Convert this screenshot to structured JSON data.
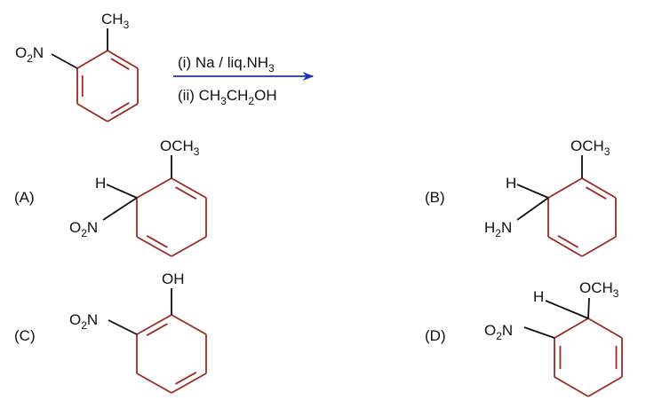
{
  "reaction": {
    "reactant": {
      "methyl": {
        "a": "CH",
        "s": "3"
      },
      "nitro": {
        "a": "O",
        "s": "2",
        "b": "N"
      }
    },
    "reagents": {
      "step1": {
        "a": "(i) Na / liq.NH",
        "s": "3"
      },
      "step2": {
        "a": "(ii) CH",
        "s1": "3",
        "b": "CH",
        "s2": "2",
        "c": "OH"
      }
    },
    "arrow_color": "#1f2fbf"
  },
  "options": [
    {
      "label": "(A)",
      "top": {
        "a": "OCH",
        "s": "3"
      },
      "h": "H",
      "sub": {
        "a": "O",
        "s": "2",
        "b": "N"
      }
    },
    {
      "label": "(B)",
      "top": {
        "a": "OCH",
        "s": "3"
      },
      "h": "H",
      "sub": {
        "a": "H",
        "s": "2",
        "b": "N"
      }
    },
    {
      "label": "(C)",
      "top": {
        "a": "OH"
      },
      "sub": {
        "a": "O",
        "s": "2",
        "b": "N"
      }
    },
    {
      "label": "(D)",
      "top": {
        "a": "OCH",
        "s": "3"
      },
      "h": "H",
      "sub": {
        "a": "O",
        "s": "2",
        "b": "N"
      }
    }
  ],
  "colors": {
    "ring": "#9b2a24",
    "bond": "#111111"
  }
}
